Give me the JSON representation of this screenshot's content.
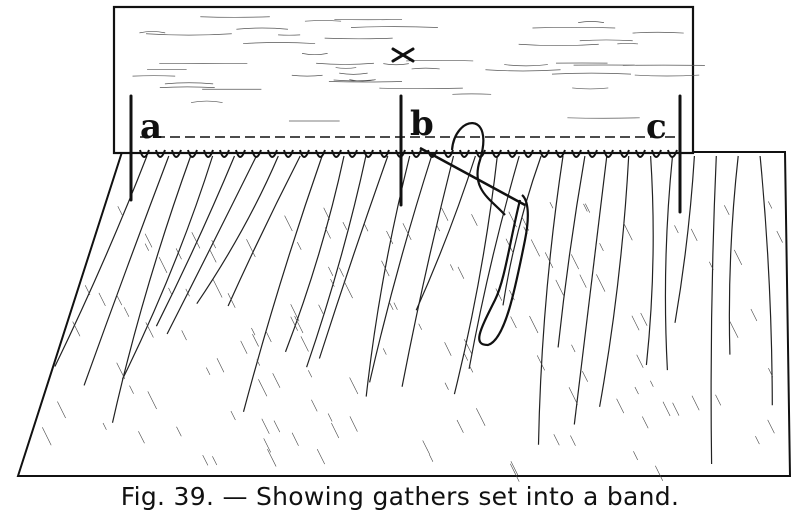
{
  "figure": {
    "labels": {
      "a": "a",
      "b": "b",
      "c": "c"
    },
    "caption": "Fig. 39. — Showing gathers set into a band."
  },
  "colors": {
    "ink": "#111111",
    "paper": "#ffffff"
  }
}
